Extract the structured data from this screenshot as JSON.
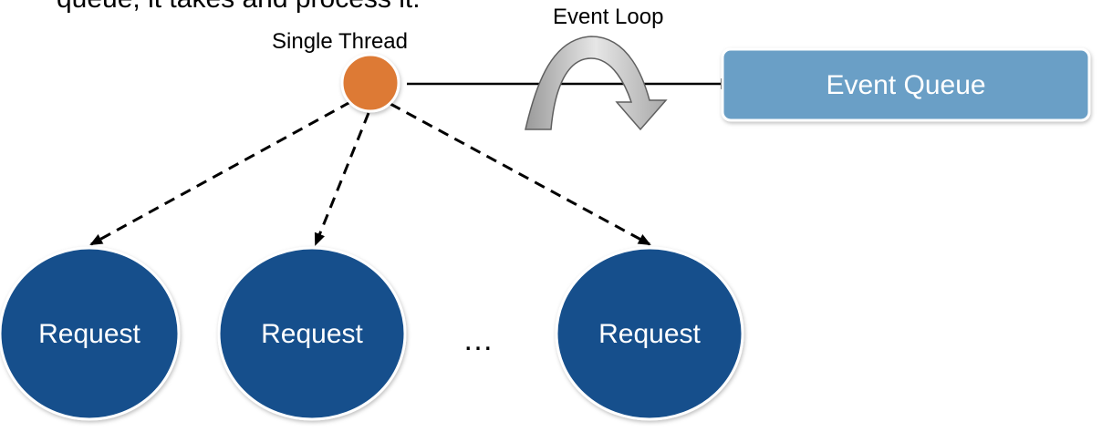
{
  "caption_partial": "queue, it takes and process it.",
  "single_thread_label": "Single Thread",
  "event_loop_label": "Event Loop",
  "event_queue_label": "Event Queue",
  "requests": [
    {
      "label": "Request"
    },
    {
      "label": "Request"
    },
    {
      "label": "Request"
    }
  ],
  "ellipsis": "…",
  "colors": {
    "thread_node": "#DD7A35",
    "request_node": "#154F8C",
    "queue_box": "#6A9FC6",
    "loop_arrow": "#B9B9B9"
  }
}
